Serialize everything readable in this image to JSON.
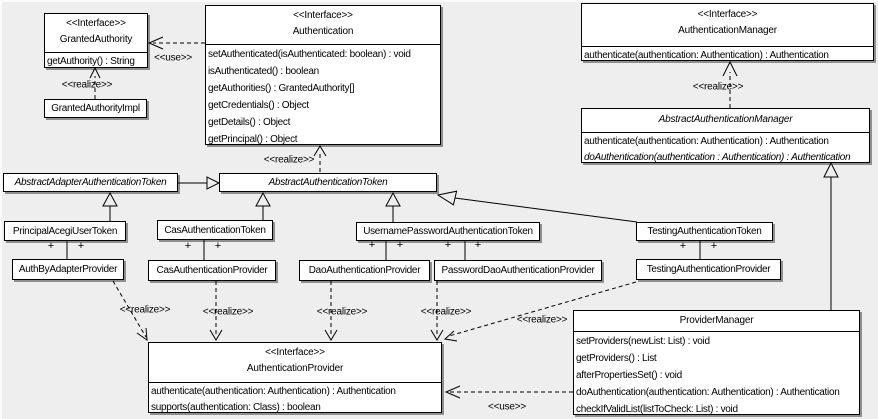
{
  "colors": {
    "background": "#eeeeee",
    "box_fill": "#ffffff",
    "box_border": "#000000",
    "shadow": "#8f8f8f"
  },
  "stereotypes": {
    "interface": "<<Interface>>",
    "realize": "<<realize>>",
    "use": "<<use>>"
  },
  "multiplicity_plus": "+",
  "classes": {
    "granted_authority": {
      "stereotype": "<<Interface>>",
      "name": "GrantedAuthority",
      "methods": [
        "getAuthority() : String"
      ]
    },
    "granted_authority_impl": {
      "name": "GrantedAuthorityImpl"
    },
    "authentication": {
      "stereotype": "<<Interface>>",
      "name": "Authentication",
      "methods": [
        "setAuthenticated(isAuthenticated: boolean) : void",
        "isAuthenticated() : boolean",
        "getAuthorities() : GrantedAuthority[]",
        "getCredentials() : Object",
        "getDetails() : Object",
        "getPrincipal() : Object"
      ]
    },
    "authentication_manager": {
      "stereotype": "<<Interface>>",
      "name": "AuthenticationManager",
      "methods": [
        "authenticate(authentication: Authentication) : Authentication"
      ]
    },
    "abstract_authentication_manager": {
      "name": "AbstractAuthenticationManager",
      "methods": [
        "authenticate(authentication: Authentication) : Authentication",
        "doAuthentication(authentication : Authentication) : Authentication"
      ]
    },
    "abstract_adapter_authentication_token": {
      "name": "AbstractAdapterAuthenticationToken"
    },
    "abstract_authentication_token": {
      "name": "AbstractAuthenticationToken"
    },
    "principal_acegi_user_token": {
      "name": "PrincipalAcegiUserToken"
    },
    "cas_authentication_token": {
      "name": "CasAuthenticationToken"
    },
    "username_password_authentication_token": {
      "name": "UsernamePasswordAuthenticationToken"
    },
    "testing_authentication_token": {
      "name": "TestingAuthenticationToken"
    },
    "auth_by_adapter_provider": {
      "name": "AuthByAdapterProvider"
    },
    "cas_authentication_provider": {
      "name": "CasAuthenticationProvider"
    },
    "dao_authentication_provider": {
      "name": "DaoAuthenticationProvider"
    },
    "password_dao_authentication_provider": {
      "name": "PasswordDaoAuthenticationProvider"
    },
    "testing_authentication_provider": {
      "name": "TestingAuthenticationProvider"
    },
    "authentication_provider": {
      "stereotype": "<<Interface>>",
      "name": "AuthenticationProvider",
      "methods": [
        "authenticate(authentication: Authentication) : Authentication",
        "supports(authentication: Class) : boolean"
      ]
    },
    "provider_manager": {
      "name": "ProviderManager",
      "methods": [
        "setProviders(newList: List) : void",
        "getProviders() : List",
        "afterPropertiesSet() : void",
        "doAuthentication(authentication: Authentication) : Authentication",
        "checkIfValidList(listToCheck: List) : void"
      ]
    }
  }
}
